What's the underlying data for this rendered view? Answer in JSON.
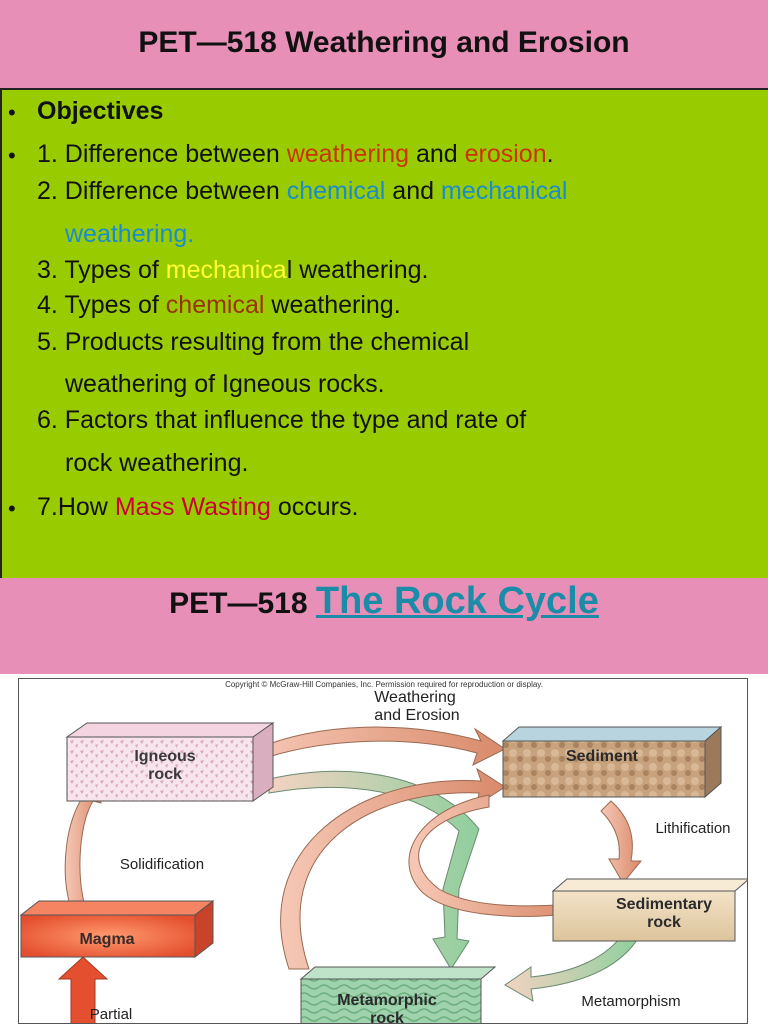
{
  "slide1": {
    "title": "PET—518 Weathering and Erosion",
    "bullet_char": "•",
    "objectives_heading": "Objectives",
    "items": {
      "i1_pre": "1. Difference between ",
      "i1_w1": "weathering",
      "i1_mid": " and ",
      "i1_w2": "erosion",
      "i1_end": ".",
      "i2_pre": "2. Difference between ",
      "i2_w1": "chemical",
      "i2_mid": " and ",
      "i2_w2": "mechanical",
      "i2_w3": "weathering.",
      "i3_pre": "3. Types of ",
      "i3_w1": "mechanica",
      "i3_end": "l weathering.",
      "i4_pre": "4. Types of ",
      "i4_w1": "chemical",
      "i4_end": " weathering.",
      "i5_a": "5. Products resulting from the chemical",
      "i5_b": "weathering of Igneous rocks.",
      "i6_a": "6. Factors that influence the type and rate of",
      "i6_b": "rock weathering.",
      "i7_pre": "7.How ",
      "i7_w1": "Mass Wasting",
      "i7_end": " occurs."
    }
  },
  "slide2": {
    "title_prefix": "PET—518 ",
    "title_link": "The Rock Cycle",
    "diagram": {
      "copyright": "Copyright © McGraw-Hill Companies, Inc. Permission required for reproduction or display.",
      "weathering_line1": "Weathering",
      "weathering_line2": "and Erosion",
      "igneous_line1": "Igneous",
      "igneous_line2": "rock",
      "sediment": "Sediment",
      "lithification": "Lithification",
      "solidification": "Solidification",
      "sedimentary_line1": "Sedimentary",
      "sedimentary_line2": "rock",
      "magma": "Magma",
      "metamorphic_line1": "Metamorphic",
      "metamorphic_line2": "rock",
      "metamorphism": "Metamorphism",
      "partial": "Partial"
    }
  },
  "colors": {
    "pink_band": "#e88fb8",
    "green_panel": "#99cc00",
    "weathering_red": "#cc3300",
    "chemical_blue": "#1a8ccf",
    "mechanical_yellow": "#ffff33",
    "chemical_brown": "#993300",
    "mass_wasting": "#cc0033",
    "rock_cycle_link": "#1a8ca8"
  }
}
